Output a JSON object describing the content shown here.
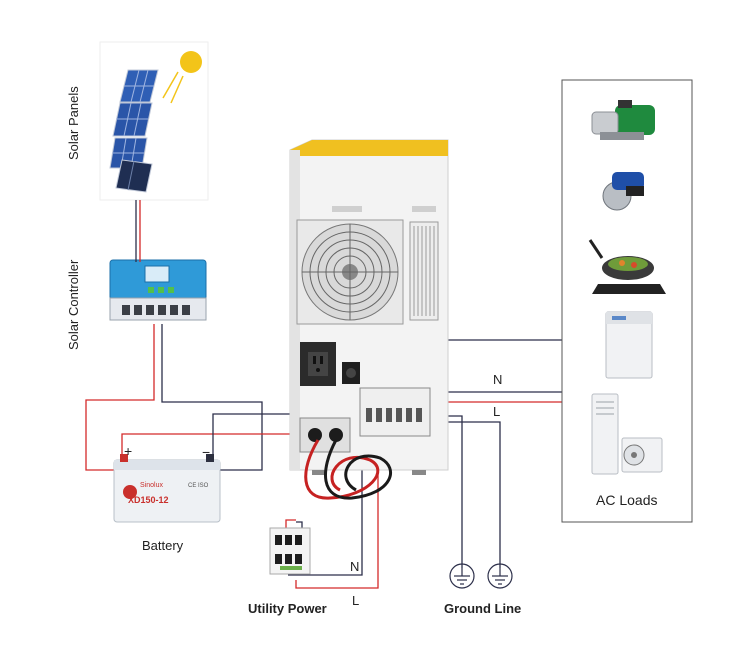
{
  "labels": {
    "solar_panels": "Solar Panels",
    "solar_controller": "Solar Controller",
    "battery": "Battery",
    "utility_power": "Utility Power",
    "ground_line": "Ground Line",
    "ac_loads": "AC Loads"
  },
  "wire_tags": {
    "n_top": "N",
    "l_top": "L",
    "n_bottom": "N",
    "l_bottom": "L",
    "plus": "+",
    "minus": "−"
  },
  "battery_text": {
    "brand": "Sinolux",
    "model": "XD150-12",
    "cert": "CE ISO"
  },
  "colors": {
    "red_wire": "#d42a2a",
    "dark_wire": "#2c2f4a",
    "panel_blue": "#2f5fb5",
    "controller_blue": "#2f9ad8",
    "sun": "#f3c419",
    "inverter_body": "#f1f1f1",
    "inverter_top": "#f0c020",
    "box_border": "#555555"
  }
}
